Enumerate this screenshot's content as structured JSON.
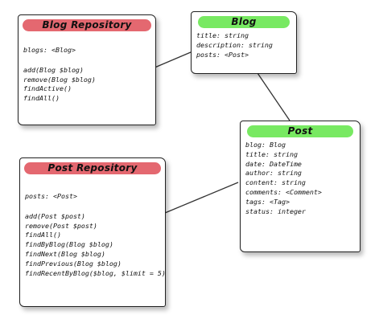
{
  "blog_repository": {
    "title": "Blog Repository",
    "fields": [
      "blogs: <Blog>"
    ],
    "methods": [
      "add(Blog $blog)",
      "remove(Blog $blog)",
      "findActive()",
      "findAll()"
    ]
  },
  "blog": {
    "title": "Blog",
    "fields": [
      "title: string",
      "description: string",
      "posts: <Post>"
    ]
  },
  "post": {
    "title": "Post",
    "fields": [
      "blog: Blog",
      "title: string",
      "date: DateTime",
      "author: string",
      "content: string",
      "comments: <Comment>",
      "tags: <Tag>",
      "status: integer"
    ]
  },
  "post_repository": {
    "title": "Post Repository",
    "fields": [
      "posts: <Post>"
    ],
    "methods": [
      "add(Post $post)",
      "remove(Post $post)",
      "findAll()",
      "findByBlog(Blog $blog)",
      "findNext(Blog $blog)",
      "findPrevious(Blog $blog)",
      "findRecentByBlog($blog, $limit = 5)"
    ]
  },
  "colors": {
    "repository_highlight": "#e36068",
    "entity_highlight": "#71e85a"
  }
}
